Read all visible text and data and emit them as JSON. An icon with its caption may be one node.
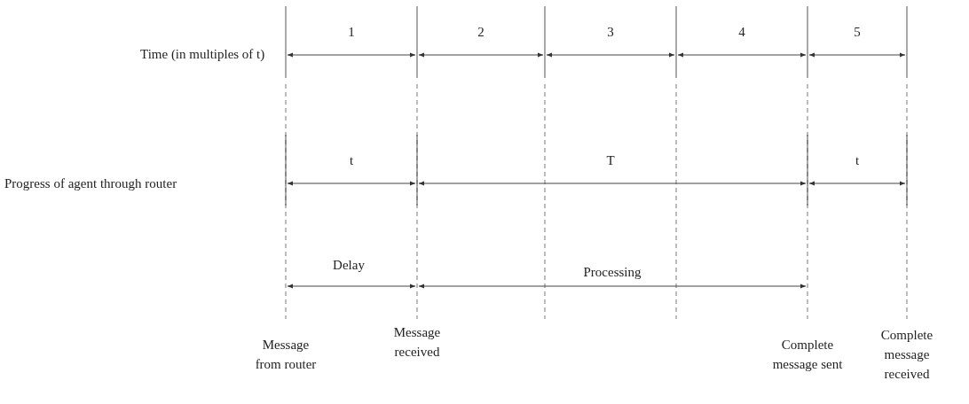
{
  "diagram": {
    "labels": [
      "Time (in multiples of t)",
      "1",
      "2",
      "3",
      "4",
      "5",
      "Progress of agent through router",
      "t",
      "T",
      "t",
      "Delay",
      "Processing",
      "Message from router",
      "Message received",
      "Complete message sent",
      "Complete message received"
    ]
  }
}
